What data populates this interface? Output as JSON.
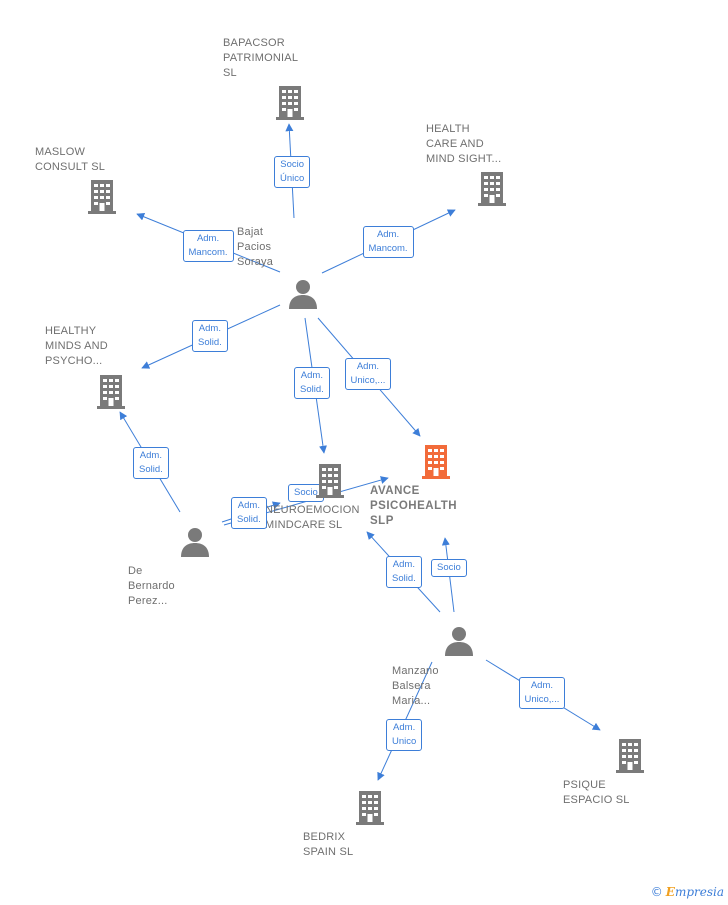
{
  "colors": {
    "edge": "#3d7ed8",
    "company": "#7a7a7a",
    "focus": "#f26b3a",
    "person": "#7a7a7a"
  },
  "nodes": [
    {
      "id": "bapacsor",
      "type": "company",
      "label": "BAPACSOR\nPATRIMONIAL\nSL"
    },
    {
      "id": "maslow",
      "type": "company",
      "label": "MASLOW\nCONSULT SL"
    },
    {
      "id": "healthcare",
      "type": "company",
      "label": "HEALTH\nCARE AND\nMIND SIGHT..."
    },
    {
      "id": "bajat",
      "type": "person",
      "label": "Bajat\nPacios\nSoraya"
    },
    {
      "id": "healthy",
      "type": "company",
      "label": "HEALTHY\nMINDS AND\nPSYCHO..."
    },
    {
      "id": "neuro",
      "type": "company",
      "label": "NEUROEMOCION\nMINDCARE  SL"
    },
    {
      "id": "avance",
      "type": "focus",
      "label": "AVANCE\nPSICOHEALTH\nSLP"
    },
    {
      "id": "debernardo",
      "type": "person",
      "label": "De\nBernardo\nPerez..."
    },
    {
      "id": "manzano",
      "type": "person",
      "label": "Manzano\nBalsera\nMaria..."
    },
    {
      "id": "psique",
      "type": "company",
      "label": "PSIQUE\nESPACIO  SL"
    },
    {
      "id": "bedrix",
      "type": "company",
      "label": "BEDRIX\nSPAIN  SL"
    }
  ],
  "edges": [
    {
      "from": "bajat",
      "to": "bapacsor",
      "label": "Socio\nÚnico"
    },
    {
      "from": "bajat",
      "to": "maslow",
      "label": "Adm.\nMancom."
    },
    {
      "from": "bajat",
      "to": "healthcare",
      "label": "Adm.\nMancom."
    },
    {
      "from": "bajat",
      "to": "healthy",
      "label": "Adm.\nSolid."
    },
    {
      "from": "bajat",
      "to": "neuro",
      "label": "Adm.\nSolid."
    },
    {
      "from": "bajat",
      "to": "avance",
      "label": "Adm.\nUnico,..."
    },
    {
      "from": "debernardo",
      "to": "healthy",
      "label": "Adm.\nSolid."
    },
    {
      "from": "debernardo",
      "to": "neuro",
      "label": "Adm.\nSolid."
    },
    {
      "from": "debernardo",
      "to": "avance",
      "label": "Socio"
    },
    {
      "from": "manzano",
      "to": "neuro",
      "label": "Adm.\nSolid."
    },
    {
      "from": "manzano",
      "to": "avance",
      "label": "Socio"
    },
    {
      "from": "manzano",
      "to": "psique",
      "label": "Adm.\nUnico,..."
    },
    {
      "from": "manzano",
      "to": "bedrix",
      "label": "Adm.\nUnico"
    }
  ],
  "brand": {
    "copyright": "©",
    "name_first": "E",
    "name_rest": "mpresia"
  }
}
